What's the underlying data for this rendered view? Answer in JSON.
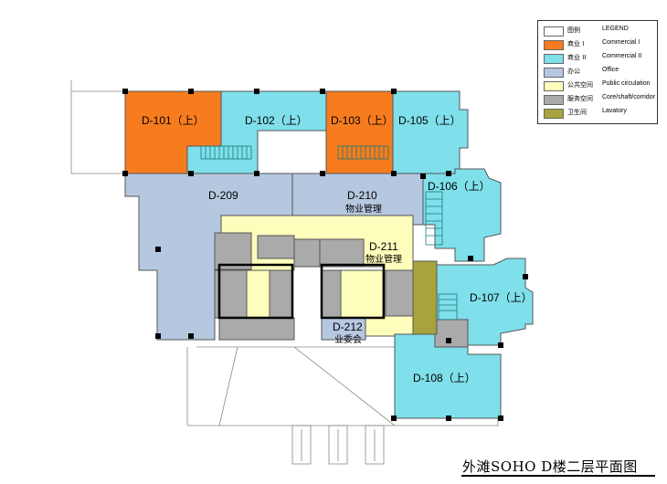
{
  "title": "外滩SOHO D楼二层平面图",
  "colors": {
    "commercial_1": "#f67c1e",
    "commercial_2": "#7fdfea",
    "office": "#b6c8e0",
    "public_circulation": "#fdfdbc",
    "core": "#aaaaaa",
    "lavatory": "#a8a33c",
    "outline": "#555555"
  },
  "legend": [
    {
      "zh": "图例",
      "en": "LEGEND",
      "key": "none"
    },
    {
      "zh": "商业 I",
      "en": "Commercial I",
      "key": "commercial_1"
    },
    {
      "zh": "商业 II",
      "en": "Commercial II",
      "key": "commercial_2"
    },
    {
      "zh": "办公",
      "en": "Office",
      "key": "office"
    },
    {
      "zh": "公共空间",
      "en": "Public circulation",
      "key": "public_circulation"
    },
    {
      "zh": "服务空间",
      "en": "Core/shaft/corridor",
      "key": "core"
    },
    {
      "zh": "卫生间",
      "en": "Lavatory",
      "key": "lavatory"
    }
  ],
  "units": {
    "d101": "D-101（上）",
    "d102": "D-102（上）",
    "d103": "D-103（上）",
    "d105": "D-105（上）",
    "d106": "D-106（上）",
    "d107": "D-107（上）",
    "d108": "D-108（上）",
    "d209": "D-209",
    "d210": "D-210",
    "d210_sub": "物业管理",
    "d211": "D-211",
    "d211_sub": "物业管理",
    "d212": "D-212",
    "d212_sub": "业委会"
  }
}
